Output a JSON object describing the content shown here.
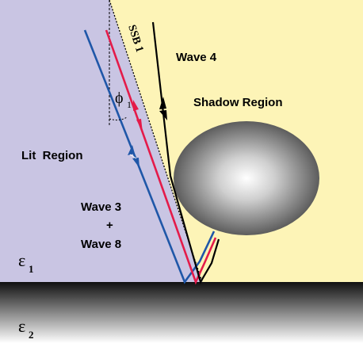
{
  "labels": {
    "wave4": "Wave 4",
    "shadow_region": "Shadow Region",
    "lit_region": "Lit  Region",
    "wave3": "Wave 3",
    "plus": "+",
    "wave8": "Wave 8",
    "ssb": "SSB 1",
    "phi": "ϕ",
    "phi_sub": "1",
    "eps1": "ε",
    "eps1_sub": "1",
    "eps2": "ε",
    "eps2_sub": "2"
  },
  "colors": {
    "lit_region": "#c9c5e3",
    "shadow_region": "#fdf4b7",
    "ground_top": "#101010",
    "ground_bottom": "#ffffff",
    "ray_blue": "#1f57a8",
    "ray_red": "#e41b4a",
    "ray_black": "#000000",
    "sphere_light": "#ffffff",
    "sphere_dark": "#4a4a4a"
  }
}
